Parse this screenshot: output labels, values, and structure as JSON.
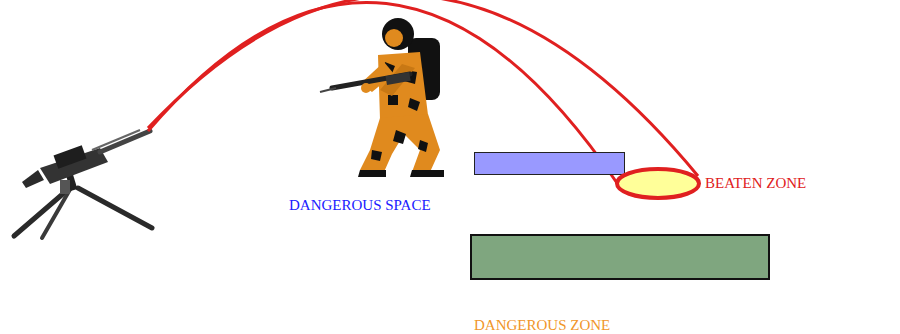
{
  "diagram": {
    "nodes": [
      {
        "text": [
          "DANGEROUS SPACE"
        ]
      },
      {
        "text": [
          "BEATEN ZONE"
        ]
      },
      {
        "text": [
          "DANGEROUS ZONE"
        ]
      }
    ]
  }
}
